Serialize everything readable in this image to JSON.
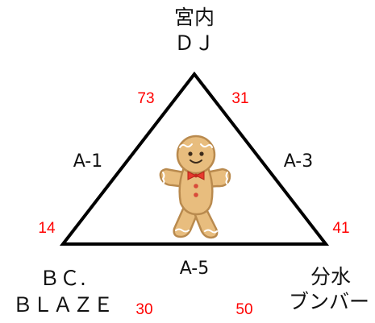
{
  "players": {
    "top": {
      "line1": "宮内",
      "line2": "ＤＪ"
    },
    "bottom_left": {
      "line1": "ＢＣ.",
      "line2": "ＢＬＡＺＥ"
    },
    "bottom_right": {
      "line1": "分水",
      "line2": "ブンバー"
    }
  },
  "matches": {
    "left": "A-1",
    "right": "A-3",
    "bottom": "A-5"
  },
  "scores": {
    "top_left": "73",
    "top_right": "31",
    "left_bottom": "14",
    "right_bottom": "41",
    "bottom_left": "30",
    "bottom_right": "50"
  },
  "colors": {
    "score": "#ff0000",
    "lines": "#000000",
    "cookie": "#e8bd7e",
    "cookie_outline": "#b98a4e",
    "bowtie": "#e83a2e"
  },
  "center_icon": "gingerbread-man-icon"
}
